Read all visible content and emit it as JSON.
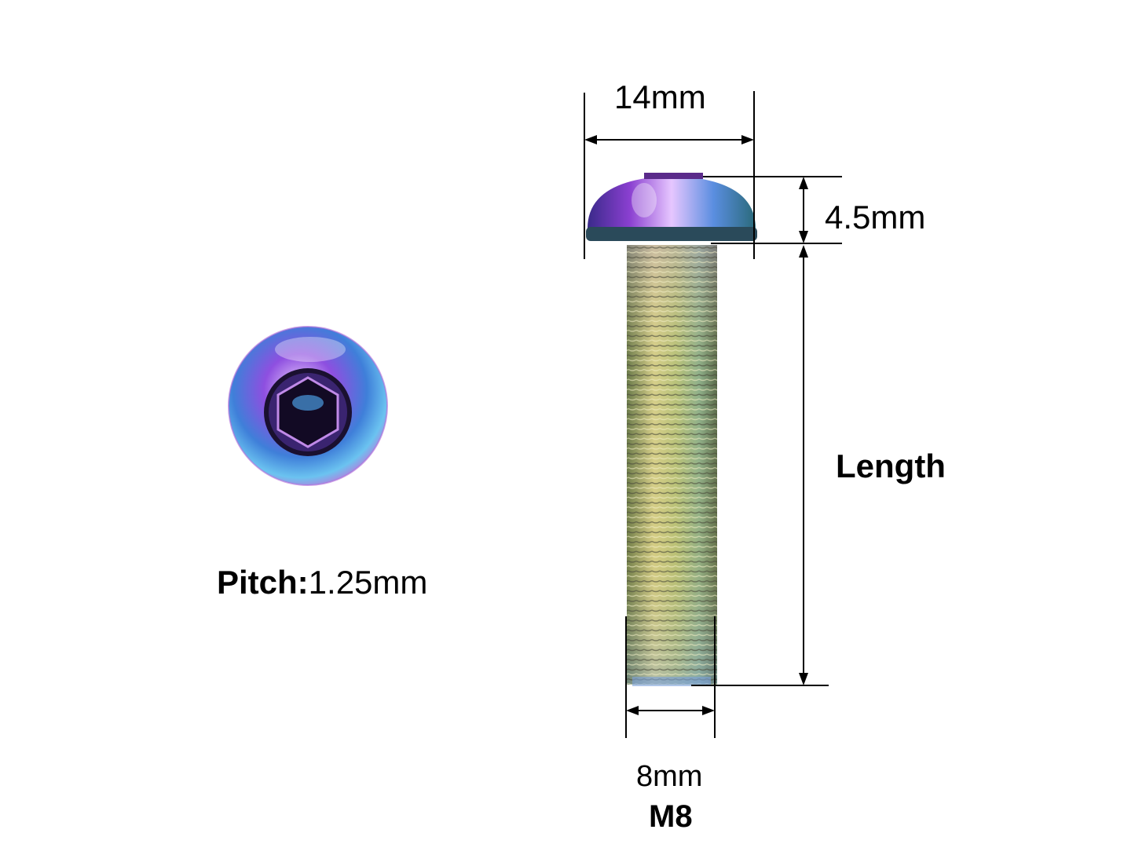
{
  "dimensions": {
    "head_diameter": "14mm",
    "head_height": "4.5mm",
    "length": "Length",
    "thread_diameter": "8mm",
    "thread_size": "M8"
  },
  "pitch": {
    "label": "Pitch:",
    "value": "1.25mm"
  },
  "colors": {
    "line": "#000000",
    "finish_purple": "#7a3fd0",
    "finish_blue": "#3a8fd8",
    "finish_gold": "#c8b24a",
    "finish_green": "#8fbf6a"
  },
  "icons": {
    "bolt_top_view": "bolt-head-top-view-icon",
    "bolt_side_view": "button-head-bolt-side-icon"
  }
}
